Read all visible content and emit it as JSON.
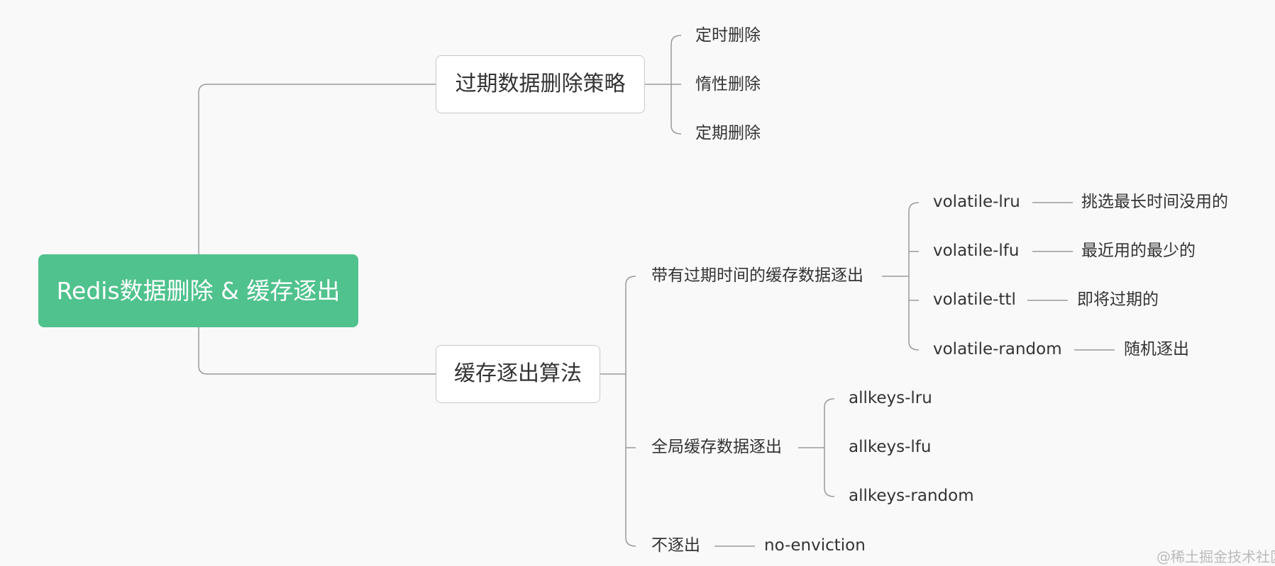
{
  "root": {
    "label": "Redis数据删除 & 缓存逐出"
  },
  "expiration": {
    "label": "过期数据删除策略",
    "children": [
      "定时删除",
      "惰性删除",
      "定期删除"
    ]
  },
  "eviction": {
    "label": "缓存逐出算法",
    "volatile": {
      "label": "带有过期时间的缓存数据逐出",
      "items": [
        {
          "name": "volatile-lru",
          "desc": "挑选最长时间没用的"
        },
        {
          "name": "volatile-lfu",
          "desc": "最近用的最少的"
        },
        {
          "name": "volatile-ttl",
          "desc": "即将过期的"
        },
        {
          "name": "volatile-random",
          "desc": "随机逐出"
        }
      ]
    },
    "allkeys": {
      "label": "全局缓存数据逐出",
      "items": [
        "allkeys-lru",
        "allkeys-lfu",
        "allkeys-random"
      ]
    },
    "noevict": {
      "label": "不逐出",
      "value": "no-enviction"
    }
  },
  "watermark": "@稀土掘金技术社区",
  "colors": {
    "root_fill": "#50c28d",
    "line": "#9a9a9a"
  }
}
